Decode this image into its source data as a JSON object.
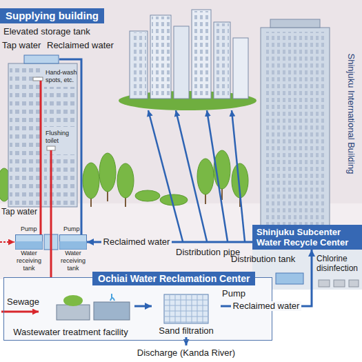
{
  "diagram": {
    "nodes": [
      {
        "text": [
          "Supplying building"
        ]
      },
      {
        "text": [
          "Water receiving tank"
        ]
      },
      {
        "text": [
          "Water receiving tank"
        ]
      },
      {
        "text": [
          "Shinjuku Subcenter Water Recycle Center"
        ]
      },
      {
        "text": [
          "Ochiai Water Reclamation Center"
        ]
      },
      {
        "text": [
          "Wastewater treatment facility"
        ],
        "in": 4
      },
      {
        "text": [
          "Sand filtration"
        ],
        "in": 4
      }
    ],
    "edges": [
      {
        "from": 5,
        "to": 6,
        "arrow": "to"
      },
      {
        "from": 6,
        "to": 3,
        "arrow": "to",
        "label": "Reclaimed water"
      },
      {
        "from": 3,
        "to": 2,
        "arrow": "to",
        "label": "Reclaimed water"
      }
    ],
    "labels": [
      "Elevated storage tank",
      "Tap water",
      "Reclaimed water",
      "Hand-wash spots, etc.",
      "Flushing toilet",
      "Tap water",
      "Pump",
      "Pump",
      "Distribution pipe",
      "Shinjuku International Building",
      "Distribution tank",
      "Chlorine disinfection",
      "Sewage",
      "Pump",
      "Discharge (Kanda River)"
    ]
  }
}
